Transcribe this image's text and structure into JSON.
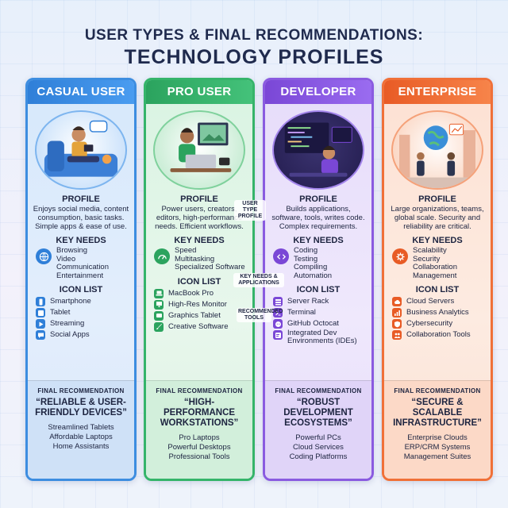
{
  "title": {
    "line1": "USER TYPES & FINAL RECOMMENDATIONS:",
    "line2": "TECHNOLOGY PROFILES"
  },
  "connectors": {
    "profile": "USER TYPE PROFILE",
    "needs": "KEY NEEDS & APPLICATIONS",
    "tools": "RECOMMENDED TOOLS"
  },
  "section_labels": {
    "profile": "PROFILE",
    "needs": "KEY NEEDS",
    "icons": "ICON LIST",
    "final": "FINAL RECOMMENDATION"
  },
  "columns": [
    {
      "name": "CASUAL USER",
      "accent": "#2f7fd8",
      "profile": "Enjoys social media, content consumption, basic tasks. Simple apps & ease of use.",
      "needs_icon": "globe-icon",
      "needs": [
        "Browsing",
        "Video",
        "Communication",
        "Entertainment"
      ],
      "icons": [
        {
          "icon": "smartphone-icon",
          "label": "Smartphone"
        },
        {
          "icon": "tablet-icon",
          "label": "Tablet"
        },
        {
          "icon": "play-icon",
          "label": "Streaming"
        },
        {
          "icon": "chat-icon",
          "label": "Social Apps"
        }
      ],
      "final": "“RELIABLE & USER-FRIENDLY DEVICES”",
      "final_list": [
        "Streamlined Tablets",
        "Affordable Laptops",
        "Home Assistants"
      ]
    },
    {
      "name": "PRO USER",
      "accent": "#2ba35e",
      "profile": "Power users, creators, editors, high-performance needs. Efficient workflows.",
      "needs_icon": "speedometer-icon",
      "needs": [
        "Speed",
        "Multitasking",
        "Specialized Software"
      ],
      "icons": [
        {
          "icon": "laptop-icon",
          "label": "MacBook Pro"
        },
        {
          "icon": "monitor-icon",
          "label": "High-Res Monitor"
        },
        {
          "icon": "pen-tablet-icon",
          "label": "Graphics Tablet"
        },
        {
          "icon": "brush-icon",
          "label": "Creative Software"
        }
      ],
      "final": "“HIGH-PERFORMANCE WORKSTATIONS”",
      "final_list": [
        "Pro Laptops",
        "Powerful Desktops",
        "Professional Tools"
      ]
    },
    {
      "name": "DEVELOPER",
      "accent": "#7a47d6",
      "profile": "Builds applications, software, tools, writes code. Complex requirements.",
      "needs_icon": "code-icon",
      "needs": [
        "Coding",
        "Testing",
        "Compiling",
        "Automation"
      ],
      "icons": [
        {
          "icon": "server-icon",
          "label": "Server Rack"
        },
        {
          "icon": "terminal-icon",
          "label": "Terminal"
        },
        {
          "icon": "octocat-icon",
          "label": "GitHub Octocat"
        },
        {
          "icon": "ide-icon",
          "label": "Integrated Dev Environments (IDEs)"
        }
      ],
      "final": "“ROBUST DEVELOPMENT ECOSYSTEMS”",
      "final_list": [
        "Powerful PCs",
        "Cloud Services",
        "Coding Platforms"
      ]
    },
    {
      "name": "ENTERPRISE",
      "accent": "#e85b25",
      "profile": "Large organizations, teams, global scale. Security and reliability are critical.",
      "needs_icon": "gear-icon",
      "needs": [
        "Scalability",
        "Security",
        "Collaboration",
        "Management"
      ],
      "icons": [
        {
          "icon": "cloud-icon",
          "label": "Cloud Servers"
        },
        {
          "icon": "analytics-icon",
          "label": "Business Analytics"
        },
        {
          "icon": "shield-icon",
          "label": "Cybersecurity"
        },
        {
          "icon": "people-icon",
          "label": "Collaboration Tools"
        }
      ],
      "final": "“SECURE & SCALABLE INFRASTRUCTURE”",
      "final_list": [
        "Enterprise Clouds",
        "ERP/CRM Systems",
        "Management Suites"
      ]
    }
  ]
}
